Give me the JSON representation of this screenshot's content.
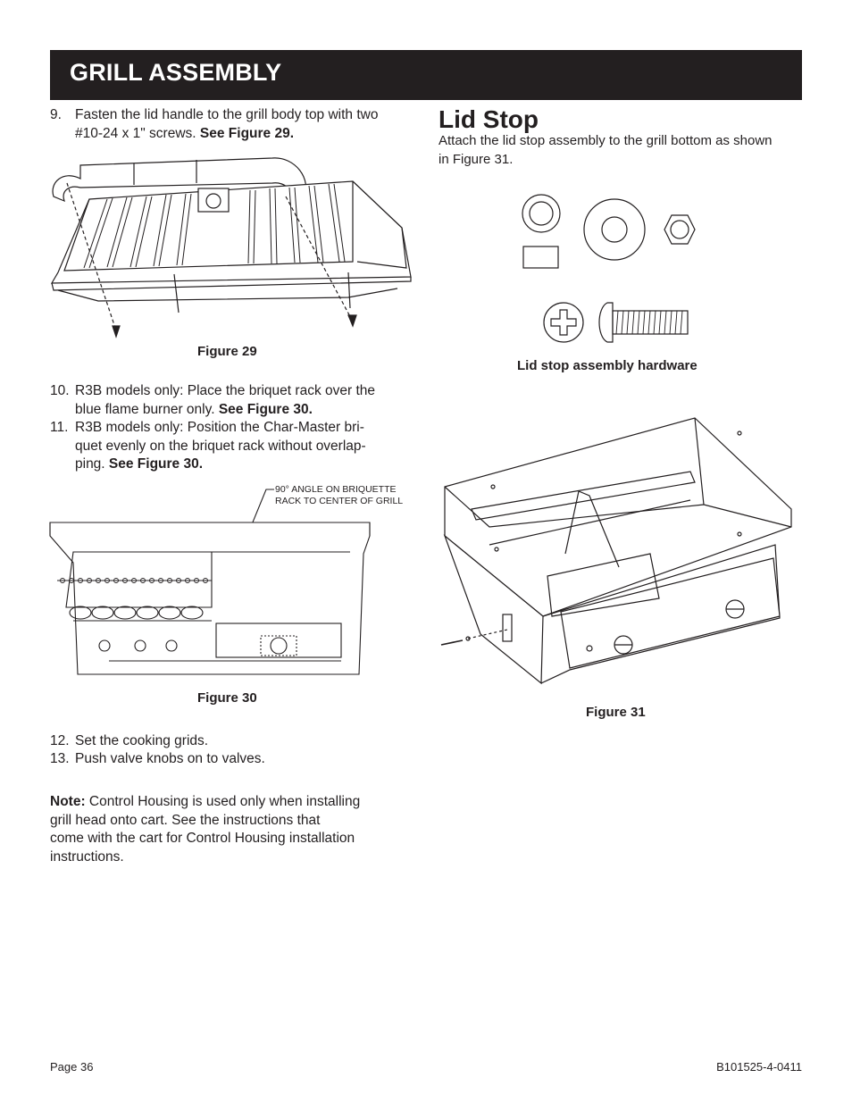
{
  "header": {
    "title": "GRILL ASSEMBLY"
  },
  "left": {
    "step9": {
      "num": "9.",
      "line1": "Fasten the lid handle to the grill body top with two",
      "line2_plain": "#10-24 x 1\" screws. ",
      "line2_bold": "See Figure 29."
    },
    "fig29_caption": "Figure 29",
    "step10": {
      "num": "10.",
      "line1": "R3B models only: Place the briquet rack over the",
      "line2_plain": "blue flame burner only. ",
      "line2_bold": "See Figure 30."
    },
    "step11": {
      "num": "11.",
      "line1": "R3B models only: Position the Char-Master bri-",
      "line2": "quet evenly on the briquet rack without overlap-",
      "line3_plain": "ping.  ",
      "line3_bold": "See Figure 30."
    },
    "fig30_callout_line1": "90° ANGLE ON BRIQUETTE",
    "fig30_callout_line2": "RACK TO CENTER OF GRILL",
    "fig30_caption": "Figure 30",
    "step12": {
      "num": "12.",
      "text": "Set the cooking grids."
    },
    "step13": {
      "num": "13.",
      "text": "Push valve knobs on to valves."
    },
    "note": {
      "label": "Note:",
      "line1": " Control Housing is used only when installing",
      "line2": "grill head onto cart. See the instructions that",
      "line3": "come with the cart for Control Housing installation",
      "line4": "instructions."
    }
  },
  "right": {
    "heading": "Lid Stop",
    "intro_line1": "Attach the lid stop assembly to the grill bottom as shown",
    "intro_line2": "in Figure 31.",
    "hardware_caption": "Lid stop assembly hardware",
    "fig31_caption": "Figure 31"
  },
  "footer": {
    "page": "Page 36",
    "doc_number": "B101525-4-0411"
  }
}
